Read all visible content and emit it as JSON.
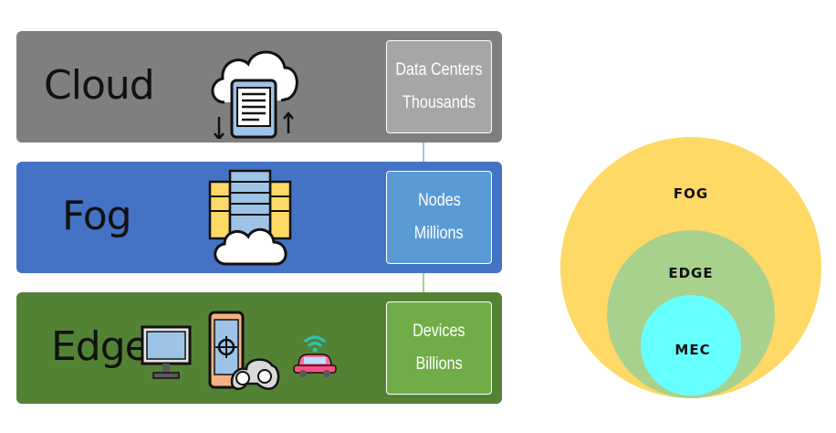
{
  "layers": [
    {
      "id": "cloud",
      "label": "Cloud",
      "line1": "Data Centers",
      "line2": "Thousands",
      "color": "#7f7f7f",
      "box_color": "#a6a6a6"
    },
    {
      "id": "fog",
      "label": "Fog",
      "line1": "Nodes",
      "line2": "Millions",
      "color": "#4472c4",
      "box_color": "#5b9bd5"
    },
    {
      "id": "edge",
      "label": "Edge",
      "line1": "Devices",
      "line2": "Billions",
      "color": "#548235",
      "box_color": "#70ad47"
    }
  ],
  "venn": {
    "outer": {
      "label": "FOG",
      "color": "#ffd966"
    },
    "middle": {
      "label": "EDGE",
      "color": "#a9d18e"
    },
    "inner": {
      "label": "MEC",
      "color": "#66ffff"
    }
  },
  "icons": [
    "cloud-phone-icon",
    "server-cloud-icon",
    "monitor-icon",
    "mobile-gamepad-icon",
    "connected-car-icon"
  ]
}
